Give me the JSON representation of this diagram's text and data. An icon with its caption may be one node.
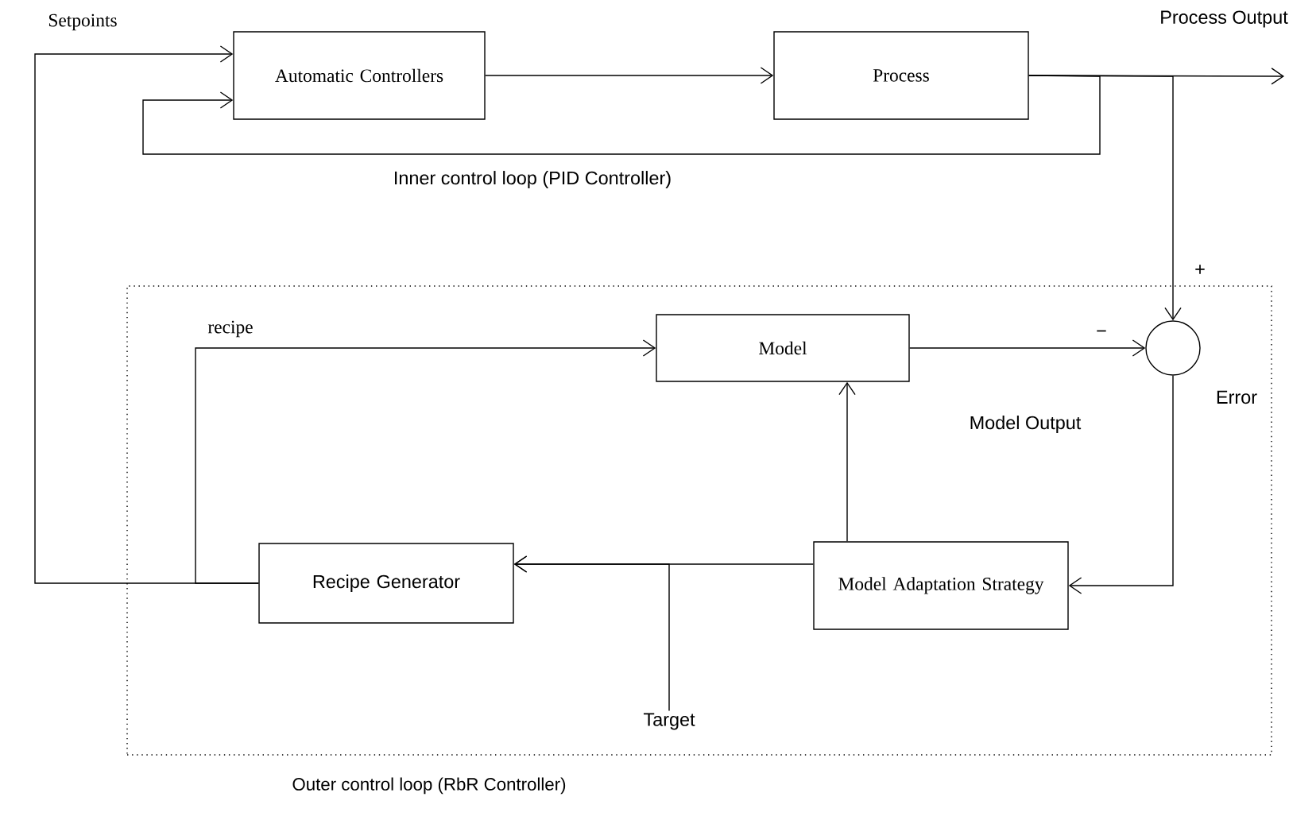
{
  "diagram": {
    "nodes": [
      {
        "text": [
          "Outer control loop (RbR Controller)"
        ]
      },
      {
        "text": [
          "Automatic Controllers"
        ]
      },
      {
        "text": [
          "Process"
        ]
      },
      {
        "text": [
          "Model"
        ],
        "in": 0
      },
      {
        "text": [],
        "shape": "circle",
        "in": 0
      },
      {
        "text": [
          "Recipe Generator"
        ],
        "in": 0
      },
      {
        "text": [
          "Model Adaptation Strategy"
        ],
        "in": 0
      },
      {
        "text": [
          "Target"
        ],
        "in": 0
      }
    ],
    "edges": [
      {
        "from": 1,
        "to": 2,
        "arrow": "to"
      },
      {
        "from": 2,
        "to": null,
        "arrow": "to",
        "label": "Process Output"
      },
      {
        "from": 2,
        "to": 1,
        "arrow": "to"
      },
      {
        "from": 2,
        "to": 4,
        "arrow": "to",
        "label": "+"
      },
      {
        "from": 3,
        "to": 4,
        "arrow": "to",
        "label": "−"
      },
      {
        "from": 4,
        "to": 6,
        "arrow": "to",
        "label": "Error"
      },
      {
        "from": 6,
        "to": 3,
        "arrow": "to"
      },
      {
        "from": 6,
        "to": 5,
        "arrow": "to"
      },
      {
        "from": 7,
        "to": 5,
        "arrow": "to"
      },
      {
        "from": 5,
        "to": 3,
        "arrow": "to",
        "label": "recipe"
      },
      {
        "from": 5,
        "to": 1,
        "arrow": "to",
        "label": "Setpoints"
      }
    ],
    "labels": [
      "Inner control loop (PID Controller)",
      "Model Output"
    ]
  }
}
